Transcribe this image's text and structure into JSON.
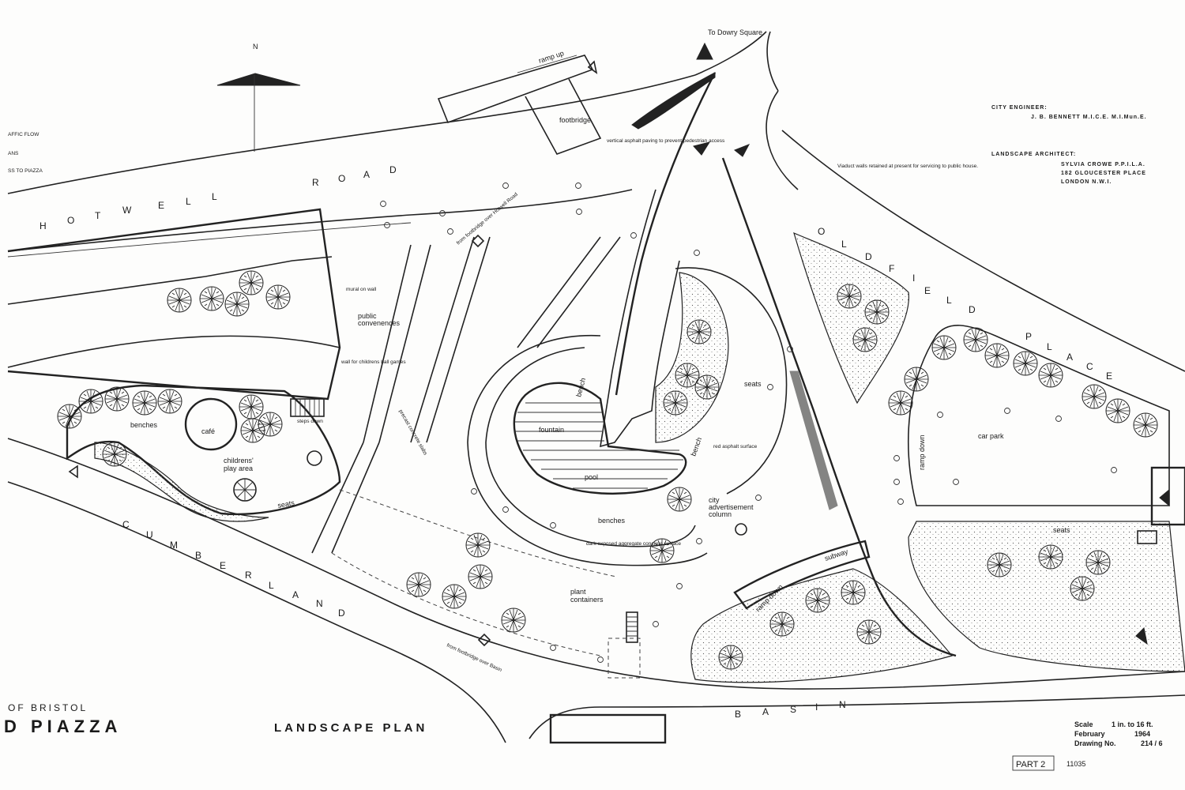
{
  "plan": {
    "north": "N",
    "to_dowry": "To Dowry Square",
    "traffic_left": [
      "AFFIC FLOW",
      "ANS",
      "SS TO PIAZZA"
    ],
    "roads": {
      "hotwell": [
        "H",
        "O",
        "T",
        "W",
        "E",
        "L",
        "L",
        "R",
        "O",
        "A",
        "D"
      ],
      "cumberland": [
        "C",
        "U",
        "M",
        "B",
        "E",
        "R",
        "L",
        "A",
        "N",
        "D"
      ],
      "oldfield": [
        "O",
        "L",
        "D",
        "F",
        "I",
        "E",
        "L",
        "D"
      ],
      "place": [
        "P",
        "L",
        "A",
        "C",
        "E"
      ],
      "basin": [
        "B",
        "A",
        "S",
        "I",
        "N"
      ]
    },
    "labels": {
      "ramp_up": "ramp up",
      "footbridge": "footbridge",
      "public_conv_1": "public",
      "public_conv_2": "convenences",
      "benches_left": "benches",
      "cafe": "café",
      "play_1": "childrens'",
      "play_2": "play area",
      "seats_left": "seats",
      "fountain": "fountain",
      "pool": "pool",
      "bench_top": "bench",
      "bench_right": "bench",
      "benches_mid": "benches",
      "seats_right": "seats",
      "red_asphalt": "red asphalt surface",
      "city_adv_1": "city",
      "city_adv_2": "advertisement",
      "city_adv_3": "column",
      "plant_1": "plant",
      "plant_2": "containers",
      "subway": "subway",
      "ramp_down_low": "ramp down",
      "ramp_down_car": "ramp down",
      "car_park": "car park",
      "seats_car": "seats",
      "steps_down": "steps down",
      "precast": "precast concrete slabs",
      "dark_exposed": "dark exposed aggregate concrete surface",
      "mural": "mural on wall",
      "ball_games": "wall for childrens ball games",
      "from_footbridge_hotwell": "from footbridge over Hotwell Road",
      "from_footbridge_basin": "from footbridge over Basin",
      "vertical_pavings": "vertical asphalt paving to prevent pedestrian access",
      "viaduct": "Viaduct walls retained at present for servicing to public house."
    },
    "info": {
      "city_engineer_label": "CITY ENGINEER:",
      "city_engineer_name": "J. B. BENNETT   M.I.C.E.  M.I.Mun.E.",
      "landscape_label": "LANDSCAPE ARCHITECT:",
      "landscape_name": "SYLVIA CROWE  P.P.I.L.A.",
      "address_1": "182 GLOUCESTER  PLACE",
      "address_2": "LONDON   N.W.I."
    },
    "title": {
      "of_bristol": "OF  BRISTOL",
      "piazza": "D   PIAZZA",
      "landscape_plan": "LANDSCAPE      PLAN"
    },
    "scale": {
      "scale_label": "Scale",
      "scale_value": "1 in. to 16 ft.",
      "date_label": "February",
      "date_value": "1964",
      "drawing_label": "Drawing  No.",
      "drawing_value": "214 / 6"
    },
    "part": "PART 2",
    "ref": "11035"
  }
}
